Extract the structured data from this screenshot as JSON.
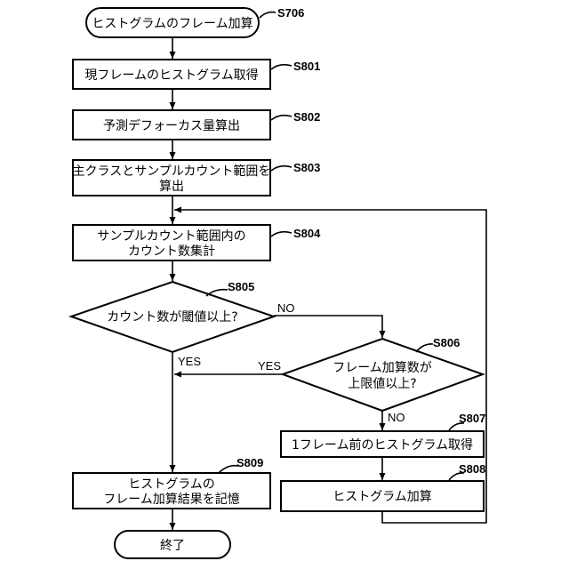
{
  "nodes": {
    "start": {
      "text": "ヒストグラムのフレーム加算",
      "step": "S706"
    },
    "s801": {
      "text": "現フレームのヒストグラム取得",
      "step": "S801"
    },
    "s802": {
      "text": "予測デフォーカス量算出",
      "step": "S802"
    },
    "s803": {
      "lines": [
        "主クラスとサンプルカウント範囲を",
        "算出"
      ],
      "step": "S803"
    },
    "s804": {
      "lines": [
        "サンプルカウント範囲内の",
        "カウント数集計"
      ],
      "step": "S804"
    },
    "s805": {
      "text": "カウント数が閾値以上?",
      "step": "S805"
    },
    "s806": {
      "lines": [
        "フレーム加算数が",
        "上限値以上?"
      ],
      "step": "S806"
    },
    "s807": {
      "text": "1フレーム前のヒストグラム取得",
      "step": "S807"
    },
    "s808": {
      "text": "ヒストグラム加算",
      "step": "S808"
    },
    "s809": {
      "lines": [
        "ヒストグラムの",
        "フレーム加算結果を記憶"
      ],
      "step": "S809"
    },
    "end": {
      "text": "終了"
    }
  },
  "branches": {
    "s805_no": "NO",
    "s805_yes": "YES",
    "s806_yes": "YES",
    "s806_no": "NO"
  }
}
